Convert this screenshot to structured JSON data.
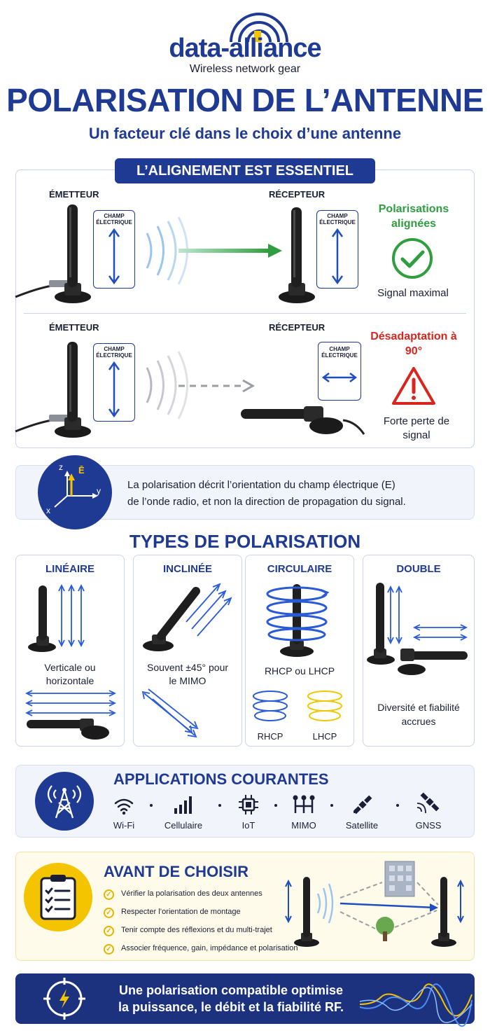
{
  "brand": {
    "name": "data-alliance",
    "tagline": "Wireless network gear",
    "accent": "#f5c400",
    "primary": "#1f3a93"
  },
  "header": {
    "title": "POLARISATION DE L’ANTENNE",
    "subtitle": "Un facteur clé dans le choix d’une antenne"
  },
  "alignment": {
    "section_title": "L’ALIGNEMENT EST ESSENTIEL",
    "row1": {
      "emitter": "ÉMETTEUR",
      "receiver": "RÉCEPTEUR",
      "field_label_emitter": "CHAMP ÉLECTRIQUE",
      "field_label_receiver": "CHAMP ÉLECTRIQUE",
      "status_title": "Polarisations alignées",
      "status_color": "#2e9e3e",
      "status_icon": "check-circle-icon",
      "status_text": "Signal maximal"
    },
    "row2": {
      "emitter": "ÉMETTEUR",
      "receiver": "RÉCEPTEUR",
      "field_label_emitter": "CHAMP ÉLECTRIQUE",
      "field_label_receiver": "CHAMP ÉLECTRIQUE",
      "status_title": "Désadaptation à 90°",
      "status_color": "#d7261e",
      "status_icon": "warning-triangle-icon",
      "status_text": "Forte perte de signal"
    }
  },
  "definition": {
    "axis_z": "z",
    "axis_y": "y",
    "axis_x": "x",
    "axis_e": "Ē",
    "line1": "La polarisation décrit l’orientation du champ électrique (E)",
    "line2": "de l’onde radio, et non la direction de propagation du signal."
  },
  "types": {
    "section_title": "TYPES DE POLARISATION",
    "cards": [
      {
        "title": "LINÉAIRE",
        "text": "Verticale ou horizontale"
      },
      {
        "title": "INCLINÉE",
        "text": "Souvent ±45° pour le MIMO"
      },
      {
        "title": "CIRCULAIRE",
        "text": "RHCP ou LHCP",
        "sub_left": "RHCP",
        "sub_right": "LHCP"
      },
      {
        "title": "DOUBLE",
        "text": "Diversité et fiabilité accrues"
      }
    ]
  },
  "applications": {
    "section_title": "APPLICATIONS COURANTES",
    "items": [
      {
        "icon": "wifi-icon",
        "label": "Wi-Fi"
      },
      {
        "icon": "cellular-signal-icon",
        "label": "Cellulaire"
      },
      {
        "icon": "chip-icon",
        "label": "IoT"
      },
      {
        "icon": "mimo-icon",
        "label": "MIMO"
      },
      {
        "icon": "satellite-icon",
        "label": "Satellite"
      },
      {
        "icon": "gnss-satellite-icon",
        "label": "GNSS"
      }
    ]
  },
  "checklist": {
    "section_title": "AVANT DE CHOISIR",
    "items": [
      "Vérifier la polarisation des deux antennes",
      "Respecter l’orientation de montage",
      "Tenir compte des réflexions et du multi-trajet",
      "Associer fréquence, gain, impédance et polarisation"
    ]
  },
  "footer": {
    "line1": "Une polarisation compatible optimise",
    "line2": "la puissance, le débit et la fiabilité RF."
  }
}
